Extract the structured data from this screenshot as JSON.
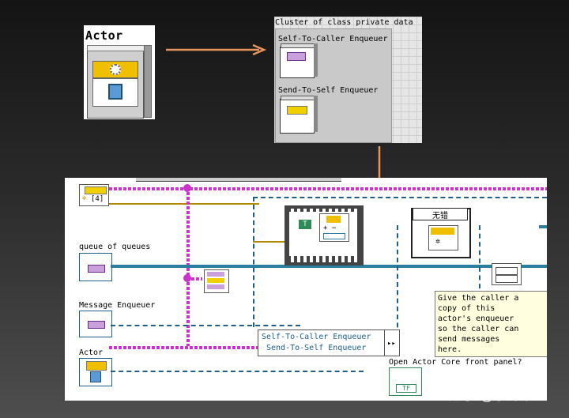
{
  "actor_class": {
    "title": "Actor"
  },
  "cluster": {
    "title": "Cluster of class private data",
    "field1": "Self-To-Caller Enqueuer",
    "field2": "Send-To-Self Enqueuer"
  },
  "diagram": {
    "index_label": "[4]",
    "queue_label": "queue of queues",
    "msg_label": "Message Enqueuer",
    "actor_label": "Actor",
    "bundle_row1": "Self-To-Caller Enqueuer",
    "bundle_row2": "Send-To-Self Enqueuer",
    "case_label": "无错",
    "open_label": "Open Actor Core front panel?",
    "bool_tf": "TF",
    "comment_lines": [
      "Give the caller a",
      "copy of this",
      "actor's enqueuer",
      "so the caller can",
      "send messages",
      "here."
    ]
  },
  "watermark": "知乎 @李时珍",
  "colors": {
    "arrow": "#e8955a",
    "class_wire": "#cc33cc",
    "queue_wire": "#2a7fa0",
    "note_bg": "#ffffe0"
  }
}
